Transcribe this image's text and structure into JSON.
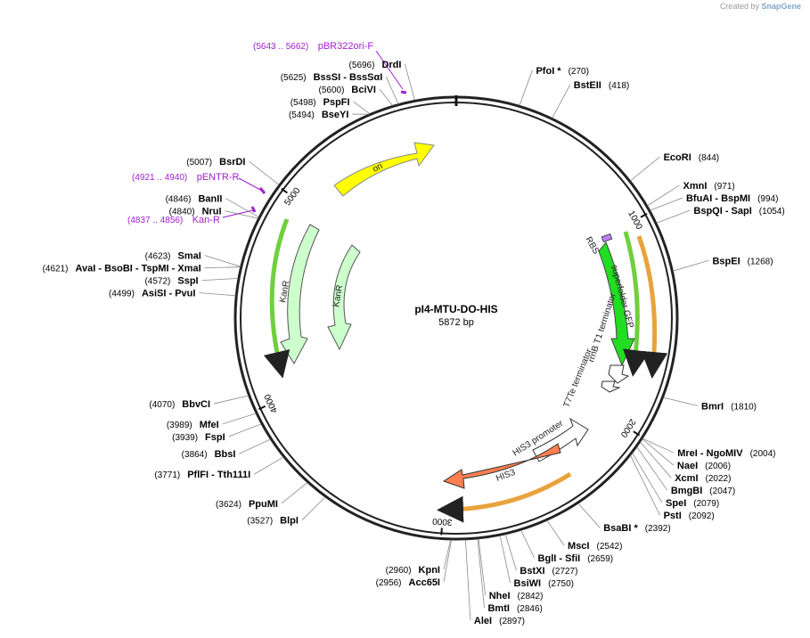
{
  "credit": {
    "prefix": "Created by",
    "brand": "SnapGene"
  },
  "plasmid": {
    "name": "pI4-MTU-DO-HIS",
    "size_label": "5872 bp",
    "length": 5872
  },
  "ticks": [
    {
      "label": "1000",
      "bp": 1000
    },
    {
      "label": "2000",
      "bp": 2000
    },
    {
      "label": "3000",
      "bp": 3000
    },
    {
      "label": "4000",
      "bp": 4000
    },
    {
      "label": "5000",
      "bp": 5000
    }
  ],
  "sites": [
    {
      "name": "DrdI",
      "pos": "(5696)",
      "bp": 5696
    },
    {
      "name": "PfoI *",
      "pos": "(270)",
      "bp": 270
    },
    {
      "name": "BstEII",
      "pos": "(418)",
      "bp": 418
    },
    {
      "name": "EcoRI",
      "pos": "(844)",
      "bp": 844
    },
    {
      "name": "XmnI",
      "pos": "(971)",
      "bp": 971
    },
    {
      "name": "BfuAI - BspMI",
      "pos": "(994)",
      "bp": 994
    },
    {
      "name": "BspQI - SapI",
      "pos": "(1054)",
      "bp": 1054
    },
    {
      "name": "BspEI",
      "pos": "(1268)",
      "bp": 1268
    },
    {
      "name": "BmrI",
      "pos": "(1810)",
      "bp": 1810
    },
    {
      "name": "MreI - NgoMIV",
      "pos": "(2004)",
      "bp": 2004
    },
    {
      "name": "NaeI",
      "pos": "(2006)",
      "bp": 2006
    },
    {
      "name": "XcmI",
      "pos": "(2022)",
      "bp": 2022
    },
    {
      "name": "BmgBI",
      "pos": "(2047)",
      "bp": 2047
    },
    {
      "name": "SpeI",
      "pos": "(2079)",
      "bp": 2079
    },
    {
      "name": "PstI",
      "pos": "(2092)",
      "bp": 2092
    },
    {
      "name": "BsaBI *",
      "pos": "(2392)",
      "bp": 2392
    },
    {
      "name": "MscI",
      "pos": "(2542)",
      "bp": 2542
    },
    {
      "name": "BglI - SfiI",
      "pos": "(2659)",
      "bp": 2659
    },
    {
      "name": "BstXI",
      "pos": "(2727)",
      "bp": 2727
    },
    {
      "name": "BsiWI",
      "pos": "(2750)",
      "bp": 2750
    },
    {
      "name": "NheI",
      "pos": "(2842)",
      "bp": 2842
    },
    {
      "name": "BmtI",
      "pos": "(2846)",
      "bp": 2846
    },
    {
      "name": "AleI",
      "pos": "(2897)",
      "bp": 2897
    },
    {
      "name": "KpnI",
      "pos": "(2960)",
      "bp": 2960
    },
    {
      "name": "Acc65I",
      "pos": "(2956)",
      "bp": 2956
    },
    {
      "name": "BlpI",
      "pos": "(3527)",
      "bp": 3527
    },
    {
      "name": "PpuMI",
      "pos": "(3624)",
      "bp": 3624
    },
    {
      "name": "PflFI - Tth111I",
      "pos": "(3771)",
      "bp": 3771
    },
    {
      "name": "BbsI",
      "pos": "(3864)",
      "bp": 3864
    },
    {
      "name": "FspI",
      "pos": "(3939)",
      "bp": 3939
    },
    {
      "name": "MfeI",
      "pos": "(3989)",
      "bp": 3989
    },
    {
      "name": "BbvCI",
      "pos": "(4070)",
      "bp": 4070
    },
    {
      "name": "AsiSI - PvuI",
      "pos": "(4499)",
      "bp": 4499
    },
    {
      "name": "SspI",
      "pos": "(4572)",
      "bp": 4572
    },
    {
      "name": "AvaI - BsoBI - TspMI - XmaI",
      "pos": "(4621)",
      "bp": 4621
    },
    {
      "name": "SmaI",
      "pos": "(4623)",
      "bp": 4623
    },
    {
      "name": "NruI",
      "pos": "(4840)",
      "bp": 4840
    },
    {
      "name": "BanII",
      "pos": "(4846)",
      "bp": 4846
    },
    {
      "name": "BsrDI",
      "pos": "(5007)",
      "bp": 5007
    },
    {
      "name": "BseYI",
      "pos": "(5494)",
      "bp": 5494
    },
    {
      "name": "PspFI",
      "pos": "(5498)",
      "bp": 5498
    },
    {
      "name": "BciVI",
      "pos": "(5600)",
      "bp": 5600
    },
    {
      "name": "BssSI - BssSαI",
      "pos": "(5625)",
      "bp": 5625
    }
  ],
  "primers": [
    {
      "name": "pBR322ori-F",
      "pos": "(5643 .. 5662)"
    },
    {
      "name": "pENTR-R",
      "pos": "(4921 .. 4940)"
    },
    {
      "name": "Kan-R",
      "pos": "(4837 .. 4856)"
    }
  ],
  "features": [
    {
      "name": "ori",
      "color": "#ffff00"
    },
    {
      "name": "RBS",
      "color": "#c080ff"
    },
    {
      "name": "superfolder GFP",
      "color": "#00ee00"
    },
    {
      "name": "rrnB T1 terminator",
      "color": "#ffffff"
    },
    {
      "name": "T7Te terminator",
      "color": "#ffffff"
    },
    {
      "name": "HIS3 promoter",
      "color": "#ffffff"
    },
    {
      "name": "HIS3",
      "color": "#ff7f50"
    },
    {
      "name": "KanR",
      "color": "#ccffcc"
    },
    {
      "name": "KanR",
      "color": "#ccffcc"
    }
  ],
  "colors": {
    "backbone": "#222222",
    "orf_gold": "#e8a33d",
    "orf_green": "#6fcf3f",
    "primer": "#a020d0"
  }
}
